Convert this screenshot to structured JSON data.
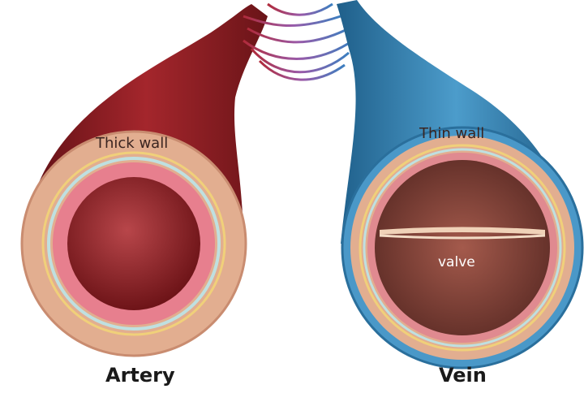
{
  "labels": {
    "artery_wall": "Thick wall",
    "vein_wall": "Thin wall",
    "valve": "valve",
    "artery": "Artery",
    "vein": "Vein"
  },
  "colors": {
    "artery": "#8e1e24",
    "vein": "#2f7fae",
    "wall": "#e0a98a",
    "lumen_artery": "#9a2a30",
    "lumen_vein": "#7a3a30"
  }
}
